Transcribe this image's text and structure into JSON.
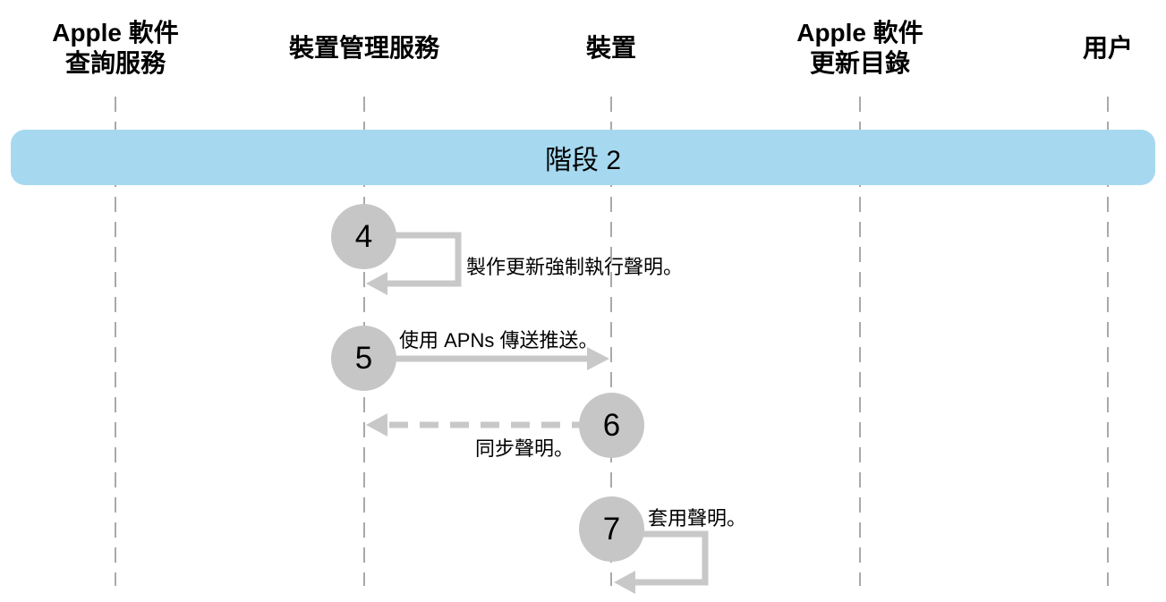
{
  "diagram": {
    "type": "sequence-diagram",
    "phase_banner": {
      "label": "階段 2"
    },
    "lifelines": [
      {
        "label": "Apple 軟件\n查詢服務"
      },
      {
        "label": "裝置管理服務"
      },
      {
        "label": "裝置"
      },
      {
        "label": "Apple 軟件\n更新目錄"
      },
      {
        "label": "用户"
      }
    ],
    "steps": [
      {
        "number": "4",
        "label": "製作更新強制執行聲明。",
        "type": "self-message",
        "from": "裝置管理服務",
        "to": "裝置管理服務"
      },
      {
        "number": "5",
        "label": "使用 APNs 傳送推送。",
        "type": "solid-message",
        "from": "裝置管理服務",
        "to": "裝置"
      },
      {
        "number": "6",
        "label": "同步聲明。",
        "type": "dashed-message",
        "from": "裝置",
        "to": "裝置管理服務"
      },
      {
        "number": "7",
        "label": "套用聲明。",
        "type": "self-message",
        "from": "裝置",
        "to": "裝置"
      }
    ],
    "colors": {
      "banner": "#A6D9F0",
      "circle": "#C6C6C6",
      "arrow": "#C8C8C8",
      "lifeline": "#A9A9A9",
      "text": "#000000"
    }
  }
}
